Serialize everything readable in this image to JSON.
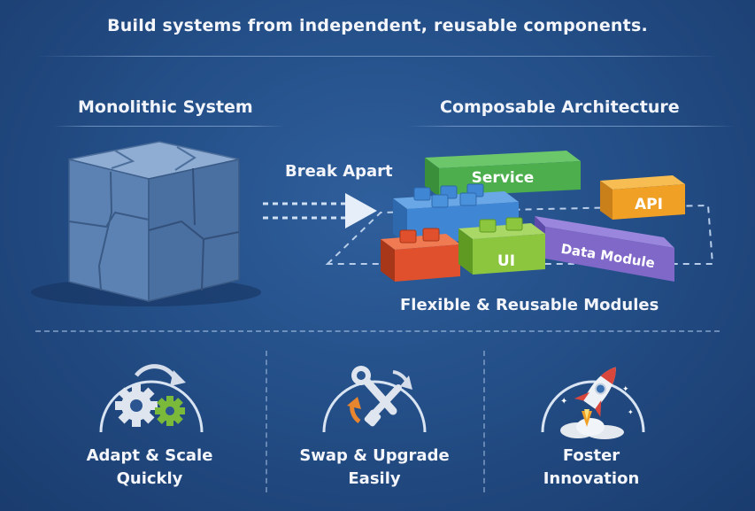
{
  "tagline": "Build systems from independent, reusable components.",
  "left": {
    "title": "Monolithic System"
  },
  "right": {
    "title": "Composable Architecture"
  },
  "arrow_label": "Break Apart",
  "modules": {
    "service": "Service",
    "api": "API",
    "data_module": "Data Module",
    "ui": "UI"
  },
  "modules_caption": "Flexible & Reusable Modules",
  "benefits": [
    {
      "icon": "gears-icon",
      "line1": "Adapt & Scale",
      "line2": "Quickly"
    },
    {
      "icon": "tools-icon",
      "line1": "Swap & Upgrade",
      "line2": "Easily"
    },
    {
      "icon": "rocket-icon",
      "line1": "Foster",
      "line2": "Innovation"
    }
  ],
  "colors": {
    "background": "#244f88",
    "service": "#4cae4c",
    "api": "#f0a024",
    "data_module": "#7f68c8",
    "ui": "#8cc63e",
    "red_block": "#e0502d",
    "blue_block": "#3f86d4"
  }
}
